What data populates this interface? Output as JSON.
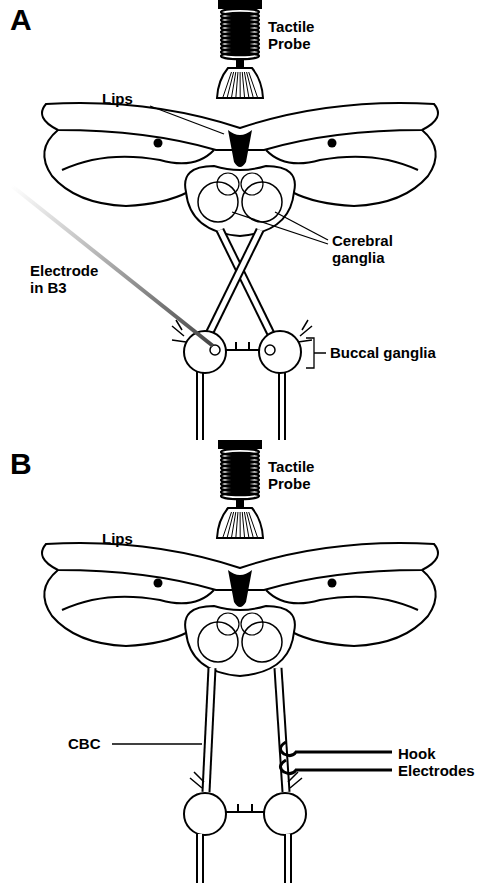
{
  "diagram": {
    "labels": [
      "A",
      "Tactile Probe",
      "Lips",
      "Cerebral ganglia",
      "Electrode in B3",
      "Buccal ganglia",
      "B",
      "Tactile Probe",
      "Lips",
      "CBC",
      "Hook Electrodes"
    ]
  }
}
